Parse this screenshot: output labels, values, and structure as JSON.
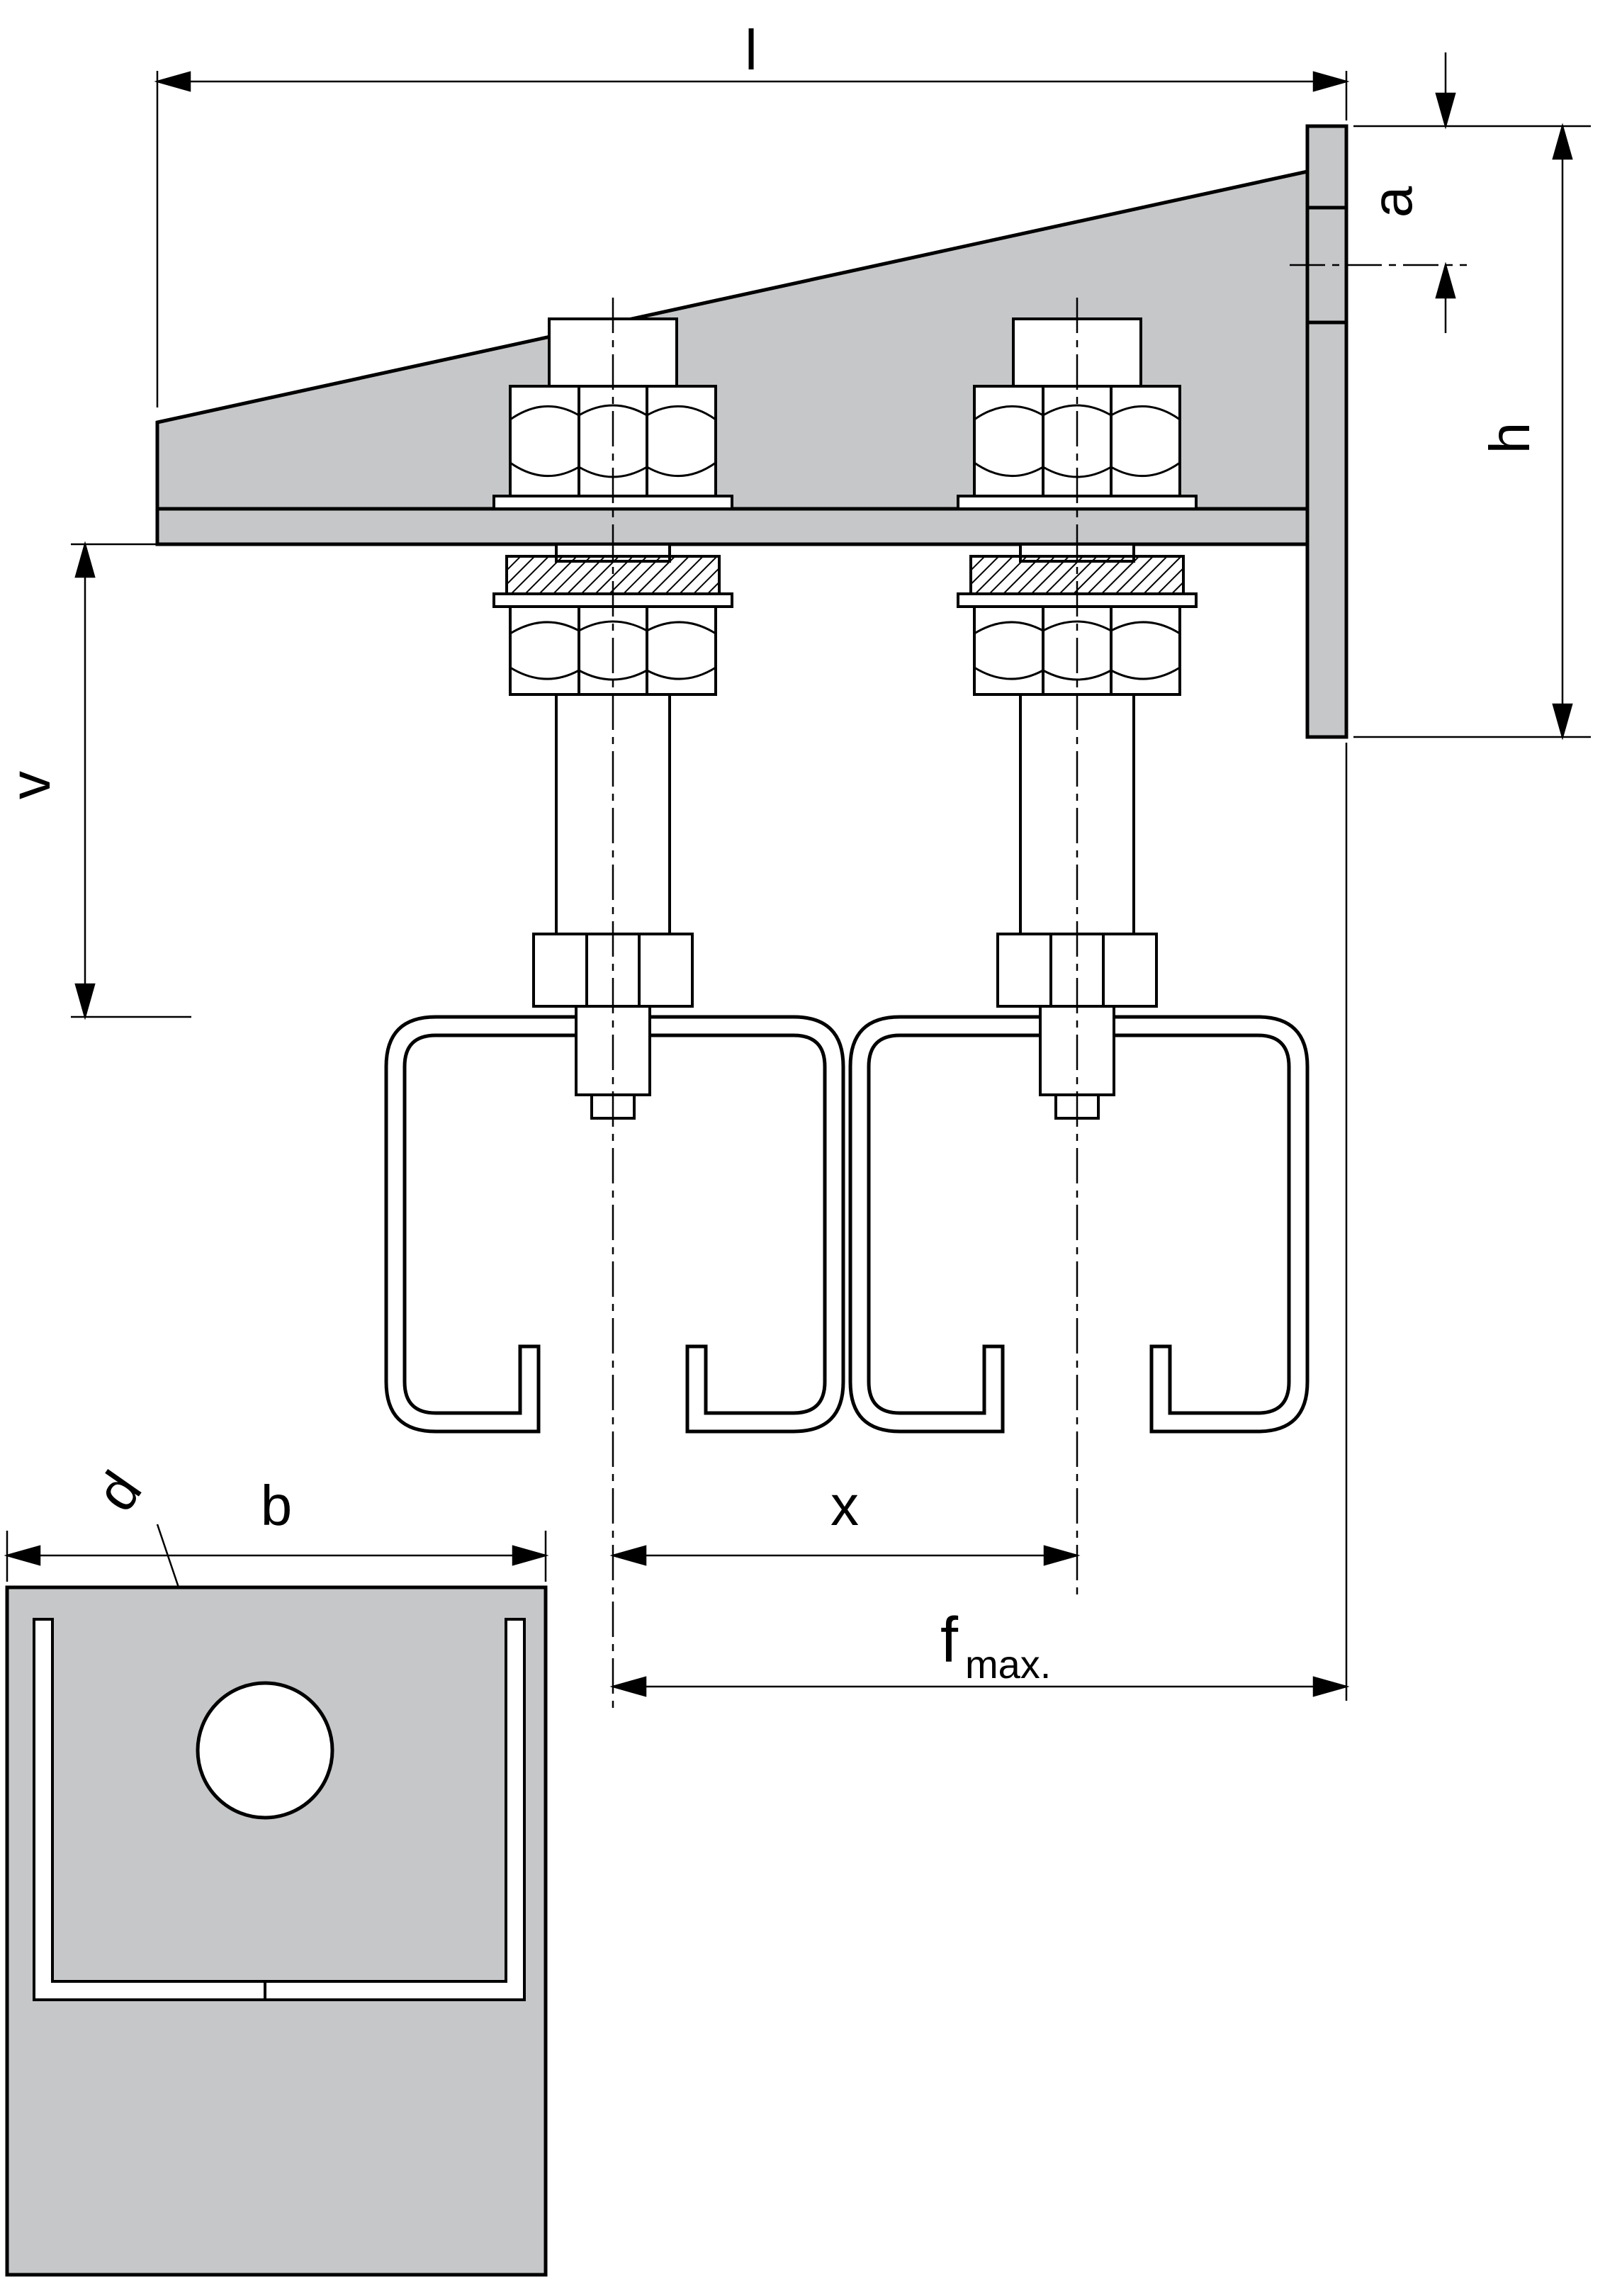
{
  "labels": {
    "length": "l",
    "plate_offset": "a",
    "plate_height": "h",
    "suspension_height": "v",
    "profile_spacing": "x",
    "flange_dim": "f",
    "flange_dim_subscript": "max.",
    "profile_width": "b",
    "hole_diameter": "d"
  },
  "colors": {
    "part_fill": "#c6c7c9",
    "line": "#000000",
    "background": "#ffffff"
  }
}
